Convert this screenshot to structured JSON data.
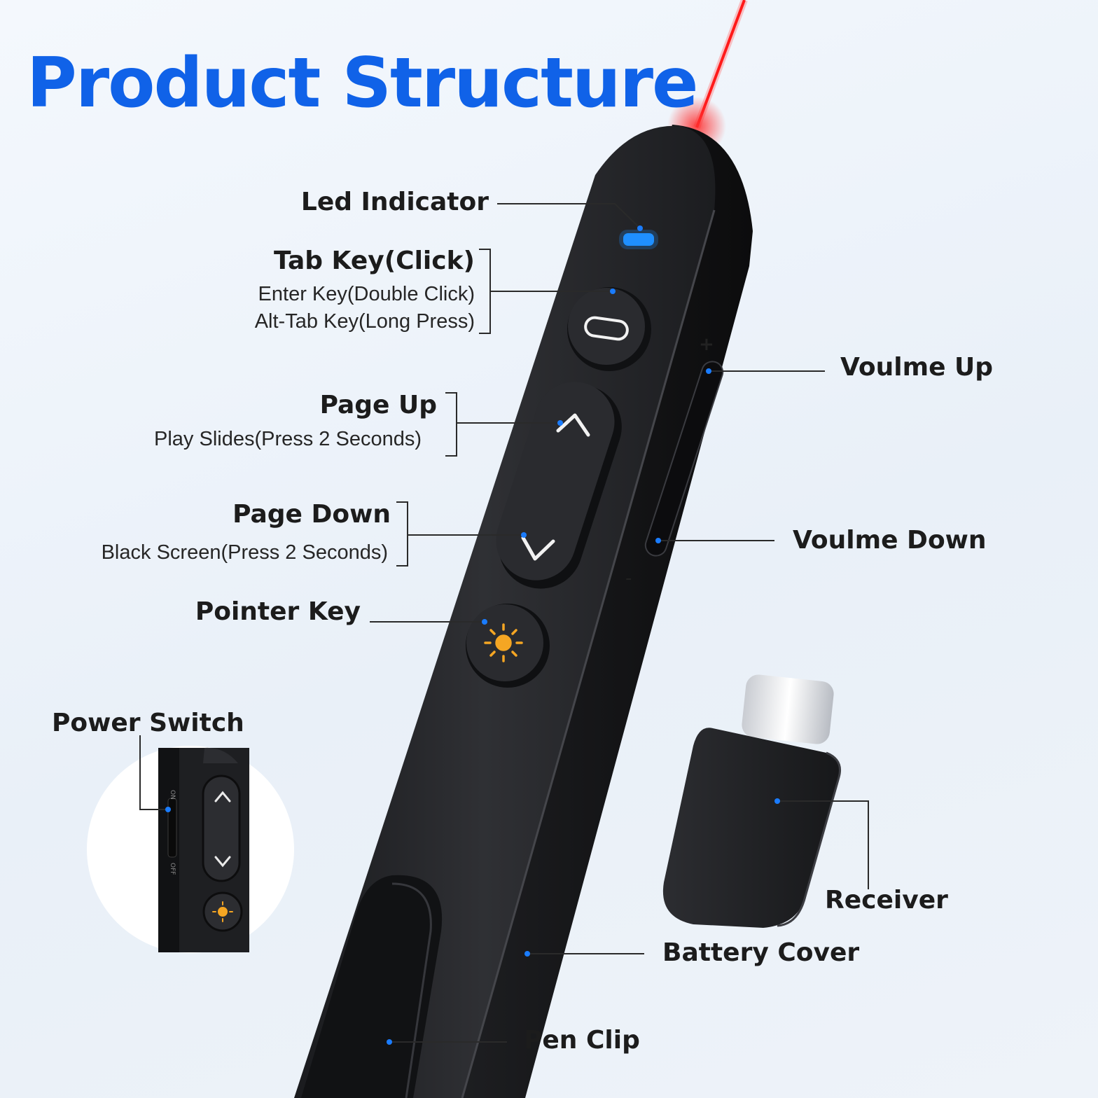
{
  "title": "Product Structure",
  "labels": {
    "led": "Led Indicator",
    "tab_key": "Tab Key(Click)",
    "tab_enter": "Enter Key(Double Click)",
    "tab_alt": "Alt-Tab Key(Long Press)",
    "page_up": "Page Up",
    "page_up_sub": "Play Slides(Press 2 Seconds)",
    "page_down": "Page Down",
    "page_down_sub": "Black Screen(Press 2 Seconds)",
    "pointer": "Pointer Key",
    "volume_up": "Voulme Up",
    "volume_down": "Voulme Down",
    "power": "Power Switch",
    "receiver": "Receiver",
    "battery": "Battery Cover",
    "clip": "Pen Clip",
    "plus": "+",
    "minus": "-",
    "switch_on": "ON",
    "switch_off": "OFF"
  },
  "colors": {
    "title": "#1062e8",
    "body": "#2b2c2f",
    "led": "#1f8fff",
    "laser": "#ff1a1a",
    "sun": "#f5a623"
  },
  "icons": {
    "tab_button": "rounded-rect-icon",
    "page_up": "chevron-up-icon",
    "page_down": "chevron-down-icon",
    "pointer": "sun-icon"
  }
}
